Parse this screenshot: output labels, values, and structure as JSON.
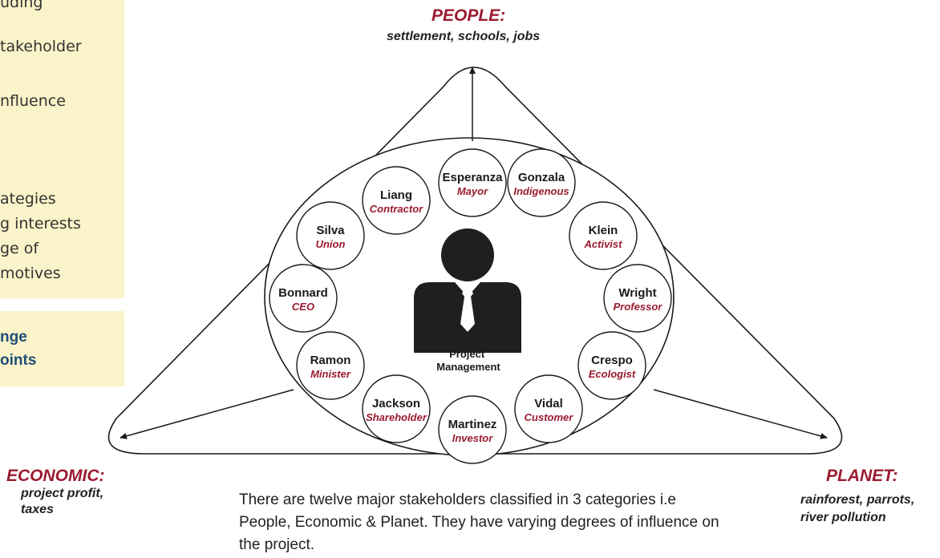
{
  "side_panel": {
    "fragments": [
      "uding",
      "takeholder",
      "nfluence",
      "ategies",
      "g interests",
      "ge of",
      "motives"
    ]
  },
  "side_panel_2": {
    "fragments": [
      "nge",
      "oints"
    ]
  },
  "categories": {
    "people": {
      "title": "PEOPLE:",
      "subtitle": "settlement, schools, jobs"
    },
    "economic": {
      "title": "ECONOMIC:",
      "subtitle_lines": [
        "project profit,",
        "taxes"
      ]
    },
    "planet": {
      "title": "PLANET:",
      "subtitle_lines": [
        "rainforest, parrots,",
        "river pollution"
      ]
    }
  },
  "center": {
    "label_lines": [
      "Project",
      "Management"
    ]
  },
  "stakeholders": [
    {
      "name": "Esperanza",
      "role": "Mayor"
    },
    {
      "name": "Gonzala",
      "role": "Indigenous"
    },
    {
      "name": "Klein",
      "role": "Activist"
    },
    {
      "name": "Wright",
      "role": "Professor"
    },
    {
      "name": "Crespo",
      "role": "Ecologist"
    },
    {
      "name": "Vidal",
      "role": "Customer"
    },
    {
      "name": "Martinez",
      "role": "Investor"
    },
    {
      "name": "Jackson",
      "role": "Shareholder"
    },
    {
      "name": "Ramon",
      "role": "Minister"
    },
    {
      "name": "Bonnard",
      "role": "CEO"
    },
    {
      "name": "Silva",
      "role": "Union"
    },
    {
      "name": "Liang",
      "role": "Contractor"
    }
  ],
  "caption": "There are twelve major stakeholders classified in 3 categories i.e People, Economic & Planet. They have varying degrees of influence on the project.",
  "colors": {
    "accent": "#9b1b30",
    "panel": "#fbf3c9",
    "panel_text_blue": "#1f4e79",
    "ink": "#1a1a1a"
  }
}
